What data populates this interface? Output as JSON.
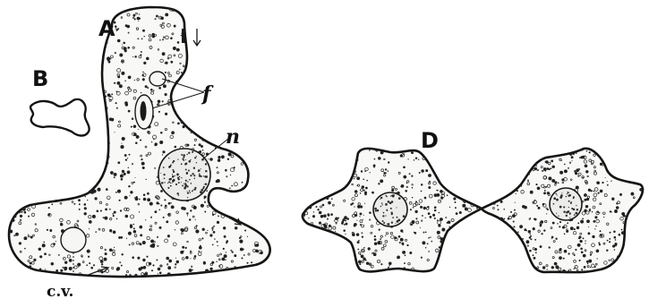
{
  "labels": {
    "A": "A",
    "B": "B",
    "D": "D",
    "f": "f",
    "n": "n",
    "cv": "c.v."
  },
  "colors": {
    "ink": "#141414",
    "paper": "#ffffff",
    "protoplasm": "#f8f8f6"
  }
}
